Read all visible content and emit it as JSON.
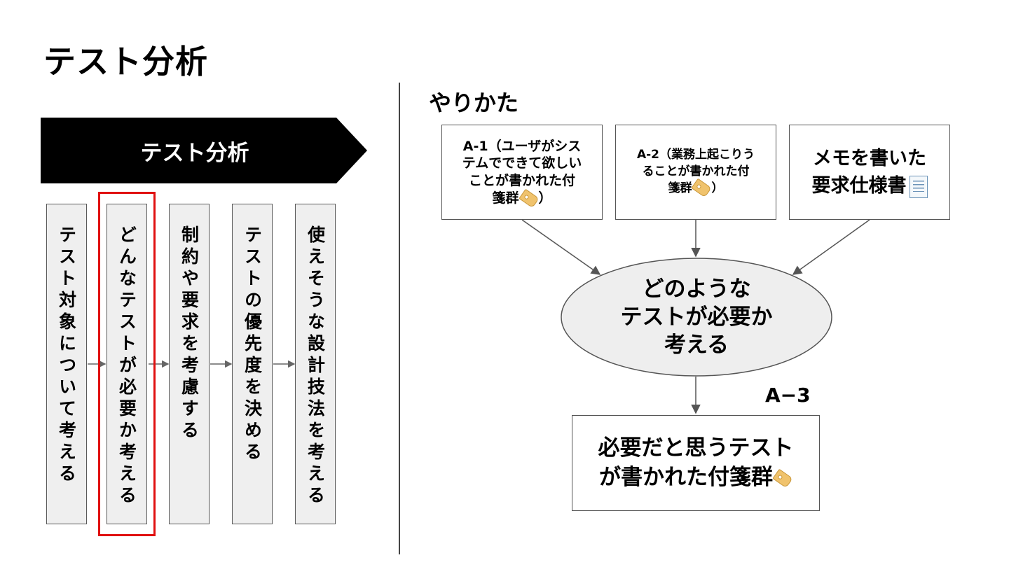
{
  "page_title": "テスト分析",
  "banner_label": "テスト分析",
  "steps": [
    "テスト対象について考える",
    "どんなテストが必要か考える",
    "制約や要求を考慮する",
    "テストの優先度を決める",
    "使えそうな設計技法を考える"
  ],
  "highlighted_step_index": 1,
  "section_title": "やりかた",
  "inputs": [
    {
      "text_before": "A-1（ユーザがシス\nテムでできて欲しい\nことが書かれた付\n箋群",
      "icon": "tag-icon",
      "text_after": "）"
    },
    {
      "text_before": "A-2（業務上起こりう\nることが書かれた付\n箋群",
      "icon": "tag-icon",
      "text_after": "）"
    },
    {
      "text_before": "メモを書いた\n要求仕様書",
      "icon": "document-icon",
      "text_after": ""
    }
  ],
  "center_ellipse": "どのような\nテストが必要か\n考える",
  "output_label": "A−3",
  "output_box": {
    "line1": "必要だと思うテスト",
    "line2": "が書かれた付箋群",
    "icon": "tag-icon"
  },
  "colors": {
    "banner": "#000000",
    "step_fill": "#efefef",
    "highlight": "#e01010",
    "ellipse_fill": "#eeeeee"
  }
}
